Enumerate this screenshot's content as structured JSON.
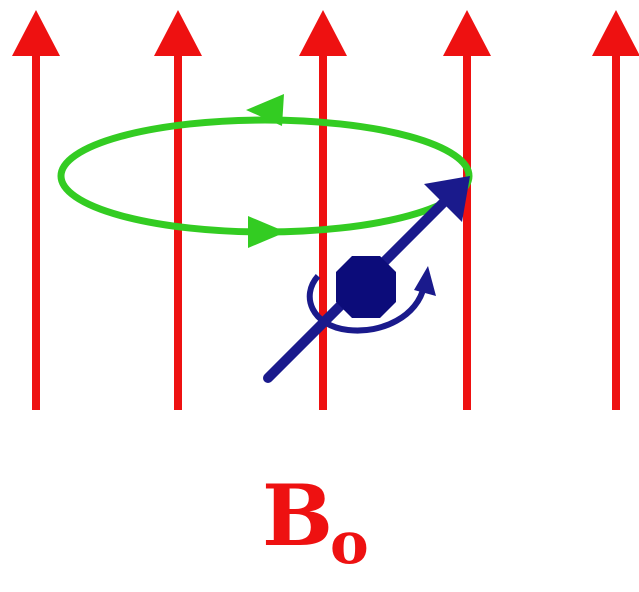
{
  "label": {
    "main": "B",
    "sub": "o"
  },
  "colors": {
    "field_lines": "#ee1111",
    "precession_orbit": "#33cc22",
    "magnetic_moment": "#1a1a8c",
    "nucleus": "#0c0c7a",
    "label": "#ee1111"
  },
  "icons": {
    "field_line": "arrow-up",
    "orbit_direction": "arrowhead-left",
    "spin_direction": "curved-arrow"
  }
}
